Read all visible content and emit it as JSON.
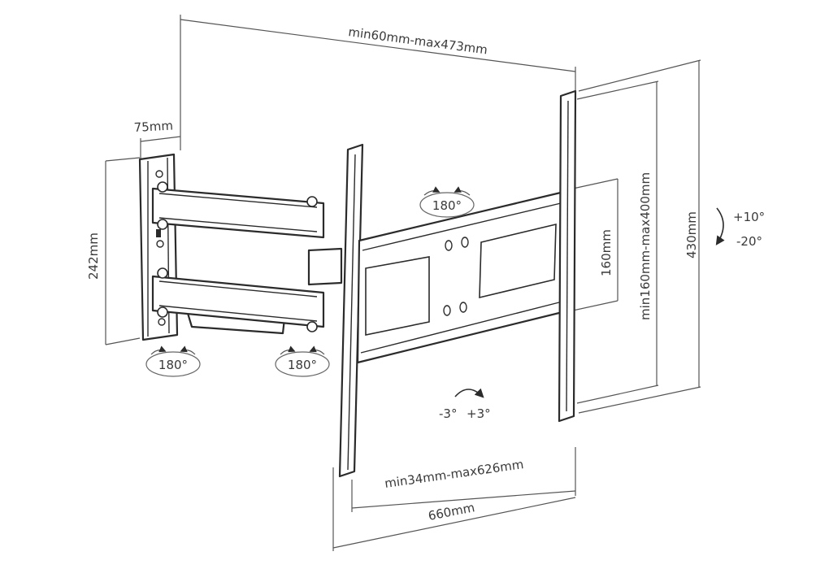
{
  "dimensions": {
    "top_width": "min60mm-max473mm",
    "arm_offset": "75mm",
    "plate_height": "242mm",
    "vesa_vertical_inner": "160mm",
    "vesa_vertical_range": "min160mm-max400mm",
    "total_height": "430mm",
    "vesa_horizontal_range": "min34mm-max626mm",
    "total_width": "660mm"
  },
  "rotation_badges": {
    "arm_top": "180°",
    "wall_joint": "180°",
    "middle_joint": "180°"
  },
  "tilt": {
    "up": "+10°",
    "down": "-20°"
  },
  "level": {
    "left": "-3°",
    "right": "+3°"
  },
  "colors": {
    "line": "#2b2b2b",
    "dimension": "#555555",
    "text": "#3a3a3a",
    "background": "#ffffff"
  }
}
